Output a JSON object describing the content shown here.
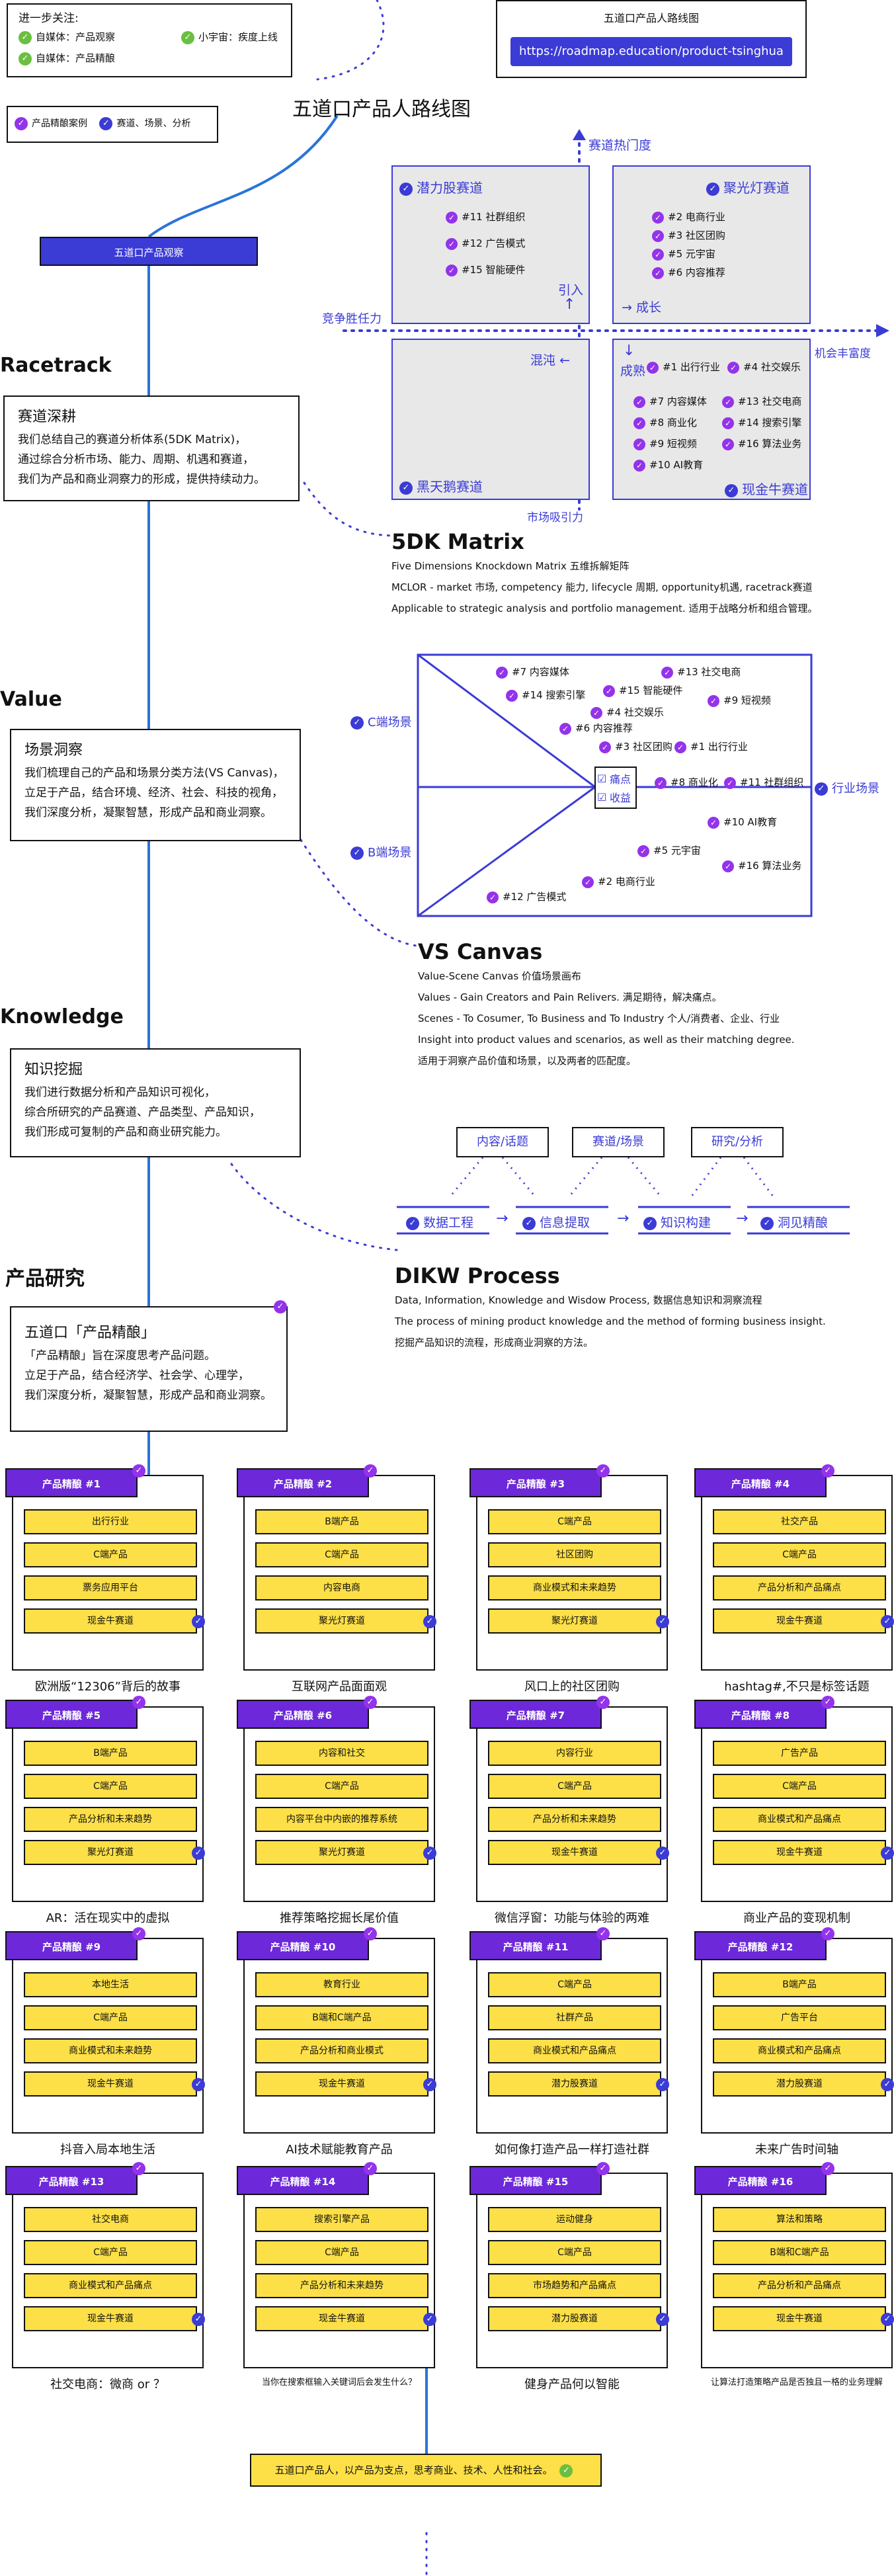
{
  "follow": {
    "title": "进一步关注:",
    "items": [
      "自媒体：产品观察",
      "小宇宙：疾度上线",
      "自媒体：产品精酿"
    ]
  },
  "legend": {
    "items": [
      "产品精酿案例",
      "赛道、场景、分析"
    ]
  },
  "roadmap_card": {
    "title": "五道口产品人路线图",
    "url": "https://roadmap.education/product-tsinghua"
  },
  "page_title": "五道口产品人路线图",
  "root_node": "五道口产品观察",
  "sections": {
    "racetrack": {
      "label": "Racetrack",
      "heading": "赛道深耕",
      "lines": [
        "我们总结自己的赛道分析体系(5DK Matrix)，",
        "通过综合分析市场、能力、周期、机遇和赛道，",
        "我们为产品和商业洞察力的形成，提供持续动力。"
      ]
    },
    "value": {
      "label": "Value",
      "heading": "场景洞察",
      "lines": [
        "我们梳理自己的产品和场景分类方法(VS Canvas)，",
        "立足于产品，结合环境、经济、社会、科技的视角，",
        "我们深度分析，凝聚智慧，形成产品和商业洞察。"
      ]
    },
    "knowledge": {
      "label": "Knowledge",
      "heading": "知识挖掘",
      "lines": [
        "我们进行数据分析和产品知识可视化，",
        "综合所研究的产品赛道、产品类型、产品知识，",
        "我们形成可复制的产品和商业研究能力。"
      ]
    },
    "research": {
      "label": "产品研究",
      "heading": "五道口「产品精酿」",
      "lines": [
        "「产品精酿」旨在深度思考产品问题。",
        "立足于产品，结合经济学、社会学、心理学，",
        "我们深度分析，凝聚智慧，形成产品和商业洞察。"
      ]
    }
  },
  "matrix": {
    "axis_y_top": "赛道热门度",
    "axis_y_bottom": "市场吸引力",
    "axis_x_left": "竞争胜任力",
    "axis_x_right": "机会丰富度",
    "mid_up": "引入",
    "mid_right": "成长",
    "mid_left": "混沌",
    "mid_down": "成熟",
    "quadrants": {
      "tl": {
        "name": "潜力股赛道",
        "items": [
          "#11 社群组织",
          "#12 广告模式",
          "#15 智能硬件"
        ]
      },
      "tr": {
        "name": "聚光灯赛道",
        "items": [
          "#2 电商行业",
          "#3 社区团购",
          "#5 元宇宙",
          "#6 内容推荐"
        ]
      },
      "bl": {
        "name": "黑天鹅赛道",
        "items": []
      },
      "br": {
        "name": "现金牛赛道",
        "items": [
          "#1 出行行业",
          "#4 社交娱乐",
          "#7 内容媒体",
          "#13 社交电商",
          "#8 商业化",
          "#14 搜索引擎",
          "#9 短视频",
          "#16 算法业务",
          "#10 AI教育"
        ]
      }
    },
    "title": "5DK Matrix",
    "lines": [
      "Five Dimensions Knockdown Matrix 五维拆解矩阵",
      "MCLOR - market 市场, competency 能力, lifecycle 周期, opportunity机遇, racetrack赛道",
      "Applicable to strategic analysis and portfolio management. 适用于战略分析和组合管理。"
    ]
  },
  "canvas": {
    "left_top": "C端场景",
    "left_bottom": "B端场景",
    "right": "行业场景",
    "center": [
      "痛点",
      "收益"
    ],
    "items": [
      "#7 内容媒体",
      "#13 社交电商",
      "#14 搜索引擎",
      "#15 智能硬件",
      "#9 短视频",
      "#4 社交娱乐",
      "#6 内容推荐",
      "#3 社区团购",
      "#1 出行行业",
      "#8 商业化",
      "#11 社群组织",
      "#10 AI教育",
      "#5 元宇宙",
      "#16 算法业务",
      "#2 电商行业",
      "#12 广告模式"
    ],
    "title": "VS Canvas",
    "lines": [
      "Value-Scene Canvas 价值场景画布",
      "Values - Gain Creators and Pain Relivers. 满足期待，解决痛点。",
      "Scenes - To Cosumer, To Business and To Industry 个人/消费者、企业、行业",
      "Insight into product values and scenarios, as well as their matching degree.",
      "适用于洞察产品价值和场景，以及两者的匹配度。"
    ]
  },
  "dikw": {
    "tags": [
      "内容/话题",
      "赛道/场景",
      "研究/分析"
    ],
    "steps": [
      "数据工程",
      "信息提取",
      "知识构建",
      "洞见精酿"
    ],
    "title": "DIKW Process",
    "lines": [
      "Data, Information, Knowledge and Wisdow Process, 数据信息知识和洞察流程",
      "The process of mining product knowledge and the method of forming business insight.",
      "挖掘产品知识的流程，形成商业洞察的方法。"
    ]
  },
  "cards": [
    {
      "head": "产品精酿 #1",
      "pills": [
        "出行行业",
        "C端产品",
        "票务应用平台",
        "现金牛赛道"
      ],
      "foot": "欧洲版“12306”背后的故事"
    },
    {
      "head": "产品精酿 #2",
      "pills": [
        "B端产品",
        "C端产品",
        "内容电商",
        "聚光灯赛道"
      ],
      "foot": "互联网产品面面观"
    },
    {
      "head": "产品精酿 #3",
      "pills": [
        "C端产品",
        "社区团购",
        "商业模式和未来趋势",
        "聚光灯赛道"
      ],
      "foot": "风口上的社区团购"
    },
    {
      "head": "产品精酿 #4",
      "pills": [
        "社交产品",
        "C端产品",
        "产品分析和产品痛点",
        "现金牛赛道"
      ],
      "foot": "hashtag#,不只是标签话题"
    },
    {
      "head": "产品精酿 #5",
      "pills": [
        "B端产品",
        "C端产品",
        "产品分析和未来趋势",
        "聚光灯赛道"
      ],
      "foot": "AR：活在现实中的虚拟"
    },
    {
      "head": "产品精酿 #6",
      "pills": [
        "内容和社交",
        "C端产品",
        "内容平台中内嵌的推荐系统",
        "聚光灯赛道"
      ],
      "foot": "推荐策略挖掘长尾价值"
    },
    {
      "head": "产品精酿 #7",
      "pills": [
        "内容行业",
        "C端产品",
        "产品分析和未来趋势",
        "现金牛赛道"
      ],
      "foot": "微信浮窗：功能与体验的两难"
    },
    {
      "head": "产品精酿 #8",
      "pills": [
        "广告产品",
        "C端产品",
        "商业模式和产品痛点",
        "现金牛赛道"
      ],
      "foot": "商业产品的变现机制"
    },
    {
      "head": "产品精酿 #9",
      "pills": [
        "本地生活",
        "C端产品",
        "商业模式和未来趋势",
        "现金牛赛道"
      ],
      "foot": "抖音入局本地生活"
    },
    {
      "head": "产品精酿 #10",
      "pills": [
        "教育行业",
        "B端和C端产品",
        "产品分析和商业模式",
        "现金牛赛道"
      ],
      "foot": "AI技术赋能教育产品"
    },
    {
      "head": "产品精酿 #11",
      "pills": [
        "C端产品",
        "社群产品",
        "商业模式和产品痛点",
        "潜力股赛道"
      ],
      "foot": "如何像打造产品一样打造社群"
    },
    {
      "head": "产品精酿 #12",
      "pills": [
        "B端产品",
        "广告平台",
        "商业模式和产品痛点",
        "潜力股赛道"
      ],
      "foot": "未来广告时间轴"
    },
    {
      "head": "产品精酿 #13",
      "pills": [
        "社交电商",
        "C端产品",
        "商业模式和产品痛点",
        "现金牛赛道"
      ],
      "foot": "社交电商：微商 or ？"
    },
    {
      "head": "产品精酿 #14",
      "pills": [
        "搜索引擎产品",
        "C端产品",
        "产品分析和未来趋势",
        "现金牛赛道"
      ],
      "foot": "当你在搜索框输入关键词后会发生什么？"
    },
    {
      "head": "产品精酿 #15",
      "pills": [
        "运动健身",
        "C端产品",
        "市场趋势和产品痛点",
        "潜力股赛道"
      ],
      "foot": "健身产品何以智能"
    },
    {
      "head": "产品精酿 #16",
      "pills": [
        "算法和策略",
        "B端和C端产品",
        "产品分析和产品痛点",
        "现金牛赛道"
      ],
      "foot": "让算法打造策略产品是否独且一格的业务理解"
    }
  ],
  "footer": "五道口产品人，以产品为支点，思考商业、技术、人性和社会。"
}
